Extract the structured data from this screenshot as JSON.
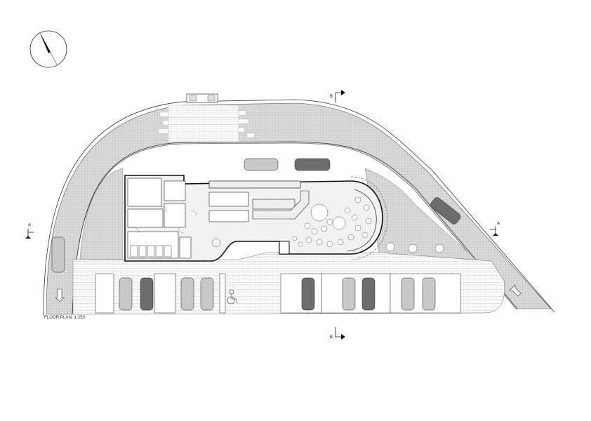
{
  "caption": "FLOOR PLAN, 1:250",
  "section_markers": {
    "a_left": "A",
    "a_right": "A",
    "b_top": "B",
    "b_bottom": "B"
  },
  "colors": {
    "ink": "#111111",
    "hatch_light": "#e4e4e4",
    "hatch_dark": "#c9c9c9",
    "car_light": "#c8c8c8",
    "car_dark": "#6d6d6d",
    "paper": "#ffffff"
  },
  "icons": [
    "north-arrow-icon",
    "section-arrow-icon",
    "car-icon",
    "accessible-parking-icon",
    "entry-arrow-icon"
  ]
}
